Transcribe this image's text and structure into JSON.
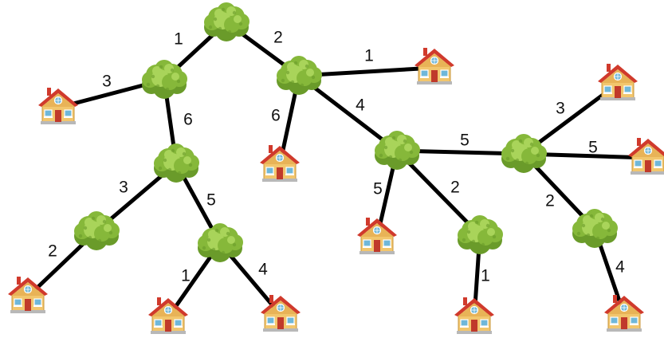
{
  "colors": {
    "edge": "#000000",
    "bush_dark": "#6a9b2a",
    "bush_mid": "#86b83a",
    "bush_light": "#a9d45a",
    "roof": "#d03a2c",
    "wall": "#f2c66d",
    "door": "#c0392b",
    "window": "#6fb7d9"
  },
  "nodes": [
    {
      "id": "t1",
      "kind": "tree"
    },
    {
      "id": "t2",
      "kind": "tree"
    },
    {
      "id": "t3",
      "kind": "tree"
    },
    {
      "id": "t4",
      "kind": "tree"
    },
    {
      "id": "t5",
      "kind": "tree"
    },
    {
      "id": "t6",
      "kind": "tree"
    },
    {
      "id": "t7",
      "kind": "tree"
    },
    {
      "id": "t8",
      "kind": "tree"
    },
    {
      "id": "t9",
      "kind": "tree"
    },
    {
      "id": "t10",
      "kind": "tree"
    },
    {
      "id": "t11",
      "kind": "tree"
    },
    {
      "id": "h1",
      "kind": "house"
    },
    {
      "id": "h2",
      "kind": "house"
    },
    {
      "id": "h3",
      "kind": "house"
    },
    {
      "id": "h4",
      "kind": "house"
    },
    {
      "id": "h5",
      "kind": "house"
    },
    {
      "id": "h6",
      "kind": "house"
    },
    {
      "id": "h7",
      "kind": "house"
    },
    {
      "id": "h8",
      "kind": "house"
    },
    {
      "id": "h9",
      "kind": "house"
    },
    {
      "id": "h10",
      "kind": "house"
    },
    {
      "id": "h11",
      "kind": "house"
    }
  ],
  "edges": [
    {
      "from": "t1",
      "to": "t2",
      "weight": "1"
    },
    {
      "from": "t1",
      "to": "t3",
      "weight": "2"
    },
    {
      "from": "t2",
      "to": "h1",
      "weight": "3"
    },
    {
      "from": "t2",
      "to": "t4",
      "weight": "6"
    },
    {
      "from": "t3",
      "to": "h2",
      "weight": "1"
    },
    {
      "from": "t3",
      "to": "h3",
      "weight": "6"
    },
    {
      "from": "t3",
      "to": "t5",
      "weight": "4"
    },
    {
      "from": "t4",
      "to": "t6",
      "weight": "3"
    },
    {
      "from": "t4",
      "to": "t7",
      "weight": "5"
    },
    {
      "from": "t5",
      "to": "t8",
      "weight": "5"
    },
    {
      "from": "t5",
      "to": "h4",
      "weight": "5"
    },
    {
      "from": "t5",
      "to": "t9",
      "weight": "2"
    },
    {
      "from": "t8",
      "to": "h5",
      "weight": "3"
    },
    {
      "from": "t8",
      "to": "h6",
      "weight": "5"
    },
    {
      "from": "t8",
      "to": "t10",
      "weight": "2"
    },
    {
      "from": "t6",
      "to": "h7",
      "weight": "2"
    },
    {
      "from": "t7",
      "to": "h8",
      "weight": "1"
    },
    {
      "from": "t7",
      "to": "h9",
      "weight": "4"
    },
    {
      "from": "t9",
      "to": "h10",
      "weight": "1"
    },
    {
      "from": "t10",
      "to": "h11",
      "weight": "4"
    }
  ]
}
